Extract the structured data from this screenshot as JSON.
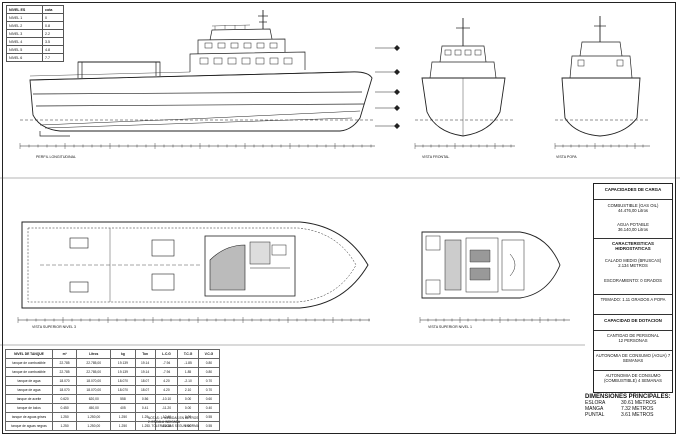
{
  "level_table": {
    "headers": [
      "NIVEL ES",
      "cota"
    ],
    "rows": [
      [
        "NIVEL 1",
        "0"
      ],
      [
        "NIVEL 2",
        "0.8"
      ],
      [
        "NIVEL 3",
        "2.2"
      ],
      [
        "NIVEL 4",
        "3.5"
      ],
      [
        "NIVEL 5",
        "4.8"
      ],
      [
        "NIVEL 6",
        "7.7"
      ]
    ]
  },
  "captions": {
    "profile": "PERFIL LONGITUDINAL",
    "front": "VISTA FRONTAL",
    "aft": "VISTA POPA",
    "main_deck": "VISTA SUPERIOR NIVEL 3",
    "lower_deck": "VISTA SUPERIOR NIVEL 1"
  },
  "panel": {
    "cargo_title": "CAPACIDADES DE CARGA",
    "fuel": "COMBUSTIBLE (GAS OIL)",
    "fuel_value": "44.476,00 Litros",
    "water": "AGUA POTABLE",
    "water_value": "36.140,00 Litros",
    "hydro_title": "CARACTERISTICAS HIDROSTATICAS",
    "draft": "CALADO MEDIO (BRUSCAS)",
    "draft_value": "2.134 METROS",
    "heel": "ESCORAMIENTO: 0 GRADOS",
    "trim": "TRIMADO: 1.11 GRADOS A POPA",
    "crew_title": "CAPACIDAD DE DOTACION",
    "crew": "CANTIDAD DE PERSONAL",
    "crew_value": "12 PERSONAS",
    "auto_water": "AUTONOMIA DE CONSUMO (AGUA) 7 SEMANAS",
    "auto_fuel": "AUTONOMIA DE CONSUMO (COMBUSTIBLE) 4 SEMANAS"
  },
  "dimensions": {
    "title": "DIMENSIONES PRINCIPALES:",
    "rows": [
      [
        "ESLORA",
        "30.61 METROS"
      ],
      [
        "MANGA",
        "7.32 METROS"
      ],
      [
        "PUNTAL",
        "3.61 METROS"
      ]
    ]
  },
  "tanks_table": {
    "headers": [
      "NIVEL DE TANQUE",
      "m³",
      "Litros",
      "kg",
      "Ton",
      "L.C.G",
      "T.C.G",
      "V.C.G"
    ],
    "rows": [
      [
        "tanque de combustible",
        "22.785",
        "22.785,00",
        "19.139",
        "19.14",
        "-7.94",
        "-1.85",
        "0.80"
      ],
      [
        "tanque de combustible",
        "22.785",
        "22.785,00",
        "19.139",
        "19.14",
        "-7.94",
        "1.85",
        "0.80"
      ],
      [
        "tanque de agua",
        "18.070",
        "18.070,00",
        "18.070",
        "18.07",
        "4.20",
        "-2.10",
        "0.70"
      ],
      [
        "tanque de agua",
        "18.070",
        "18.070,00",
        "18.070",
        "18.07",
        "4.20",
        "2.10",
        "0.70"
      ],
      [
        "tanque de aceite",
        "0.620",
        "620,00",
        "558",
        "0.56",
        "-10.10",
        "0.00",
        "0.60"
      ],
      [
        "tanque de lodos",
        "0.450",
        "450,00",
        "405",
        "0.41",
        "-11.20",
        "0.00",
        "0.40"
      ],
      [
        "tanque de aguas grises",
        "1.250",
        "1.250,00",
        "1.250",
        "1.25",
        "-12.40",
        "0.00",
        "0.55"
      ],
      [
        "tanque de aguas negras",
        "1.250",
        "1.250,00",
        "1.250",
        "1.25",
        "-12.40",
        "0.00",
        "0.55"
      ]
    ]
  },
  "notes": [
    "NOTAS: 1. MEDIDAS EN METROS",
    "2. ESCALA INDICADA",
    "3. TOLERANCIAS SEGUN NORMA"
  ]
}
